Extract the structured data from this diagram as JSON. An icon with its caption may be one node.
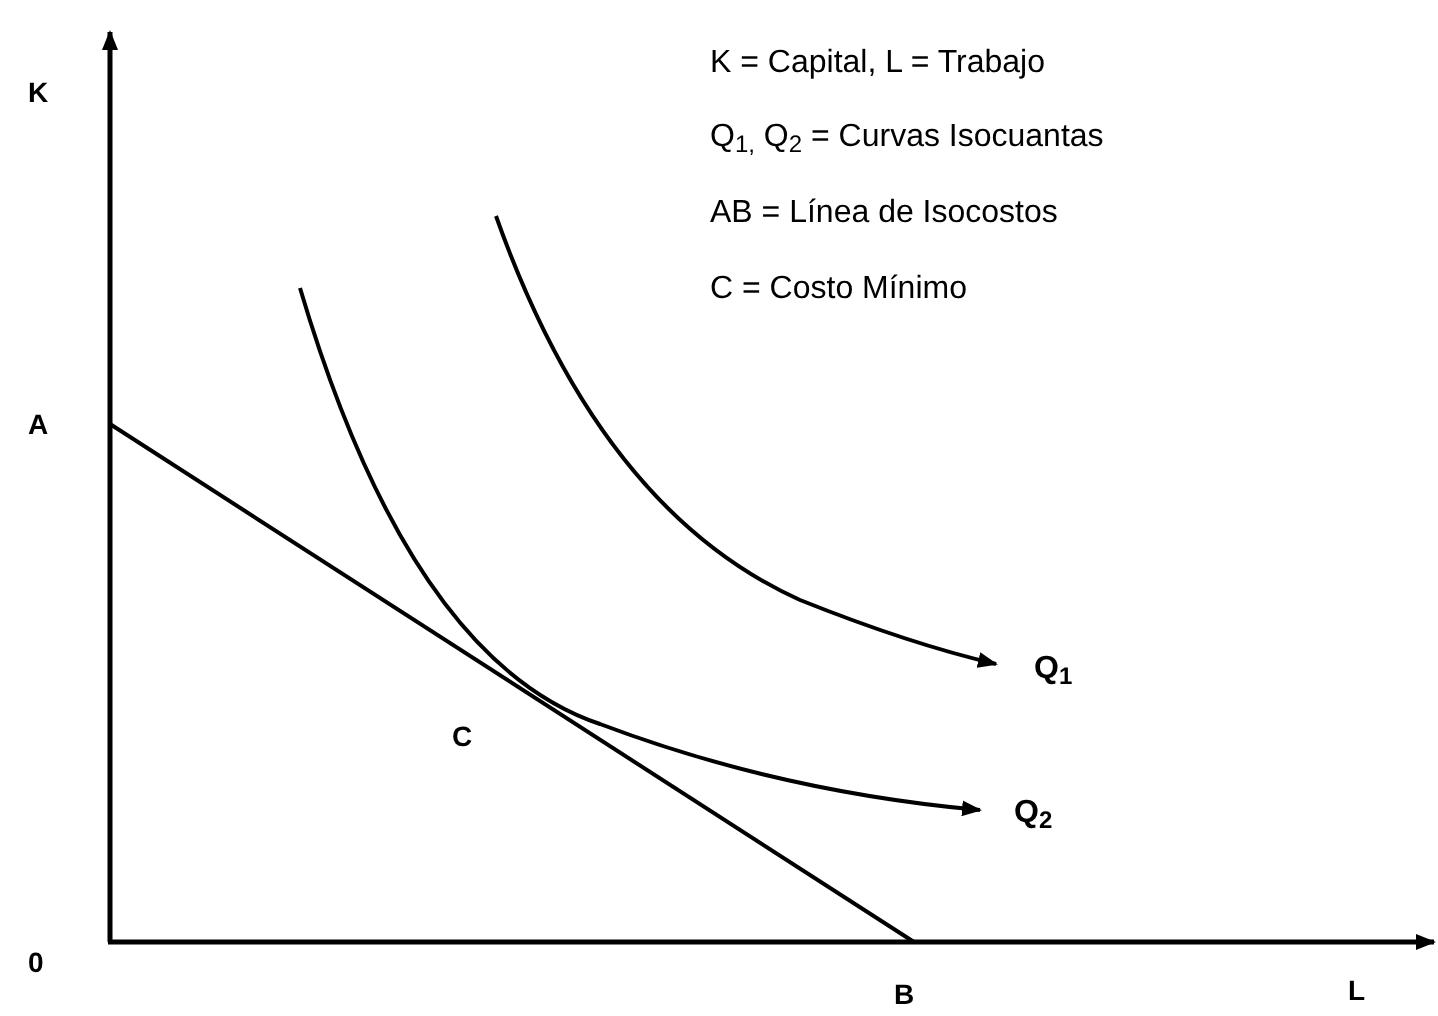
{
  "diagram": {
    "labels": [
      "K",
      "K = Capital, L = Trabajo",
      "Q$_{1,}$ Q$_{2}$ = Curvas Isocuantas",
      "AB = Línea de Isocostos",
      "C = Costo Mínimo",
      "A",
      "Q$_{1}$",
      "C",
      "Q$_{2}$",
      "0",
      "B",
      "L"
    ]
  }
}
